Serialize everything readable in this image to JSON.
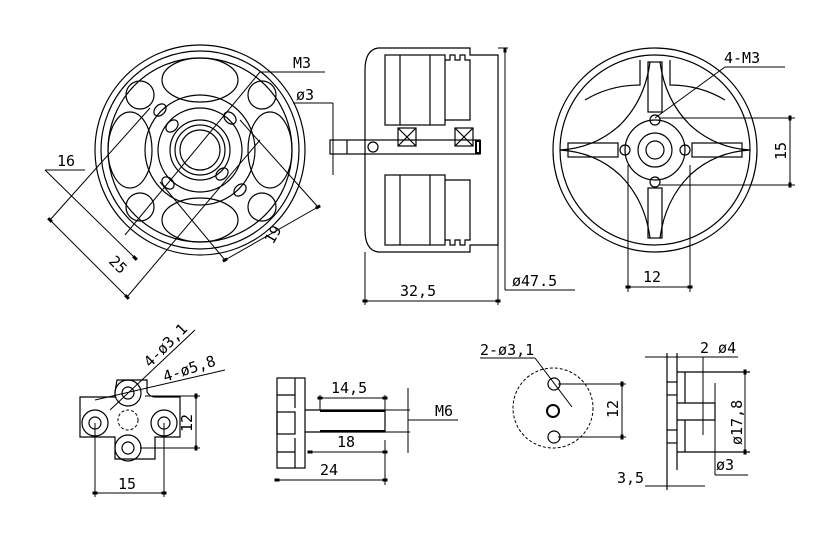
{
  "title": "Motor dimension drawing",
  "front_view": {
    "m3": "M3",
    "shaft_dia": "ø3",
    "dim_16": "16",
    "dim_25": "25",
    "dim_19": "19"
  },
  "side_view": {
    "length": "32,5",
    "diameter": "ø47.5"
  },
  "rear_view": {
    "holes": "4-M3",
    "dim_15": "15",
    "dim_12": "12"
  },
  "cross_mount": {
    "small_holes": "4-ø3,1",
    "large_holes": "4-ø5,8",
    "dim_12": "12",
    "dim_15": "15"
  },
  "prop_adapter": {
    "dim_14_5": "14,5",
    "dim_18": "18",
    "dim_24": "24",
    "thread": "M6"
  },
  "disc_mount": {
    "holes": "2-ø3,1",
    "dim_12": "12"
  },
  "disc_side": {
    "dim_2_d4": "2 ø4",
    "diameter": "ø17,8",
    "bore": "ø3",
    "thickness": "3,5"
  }
}
